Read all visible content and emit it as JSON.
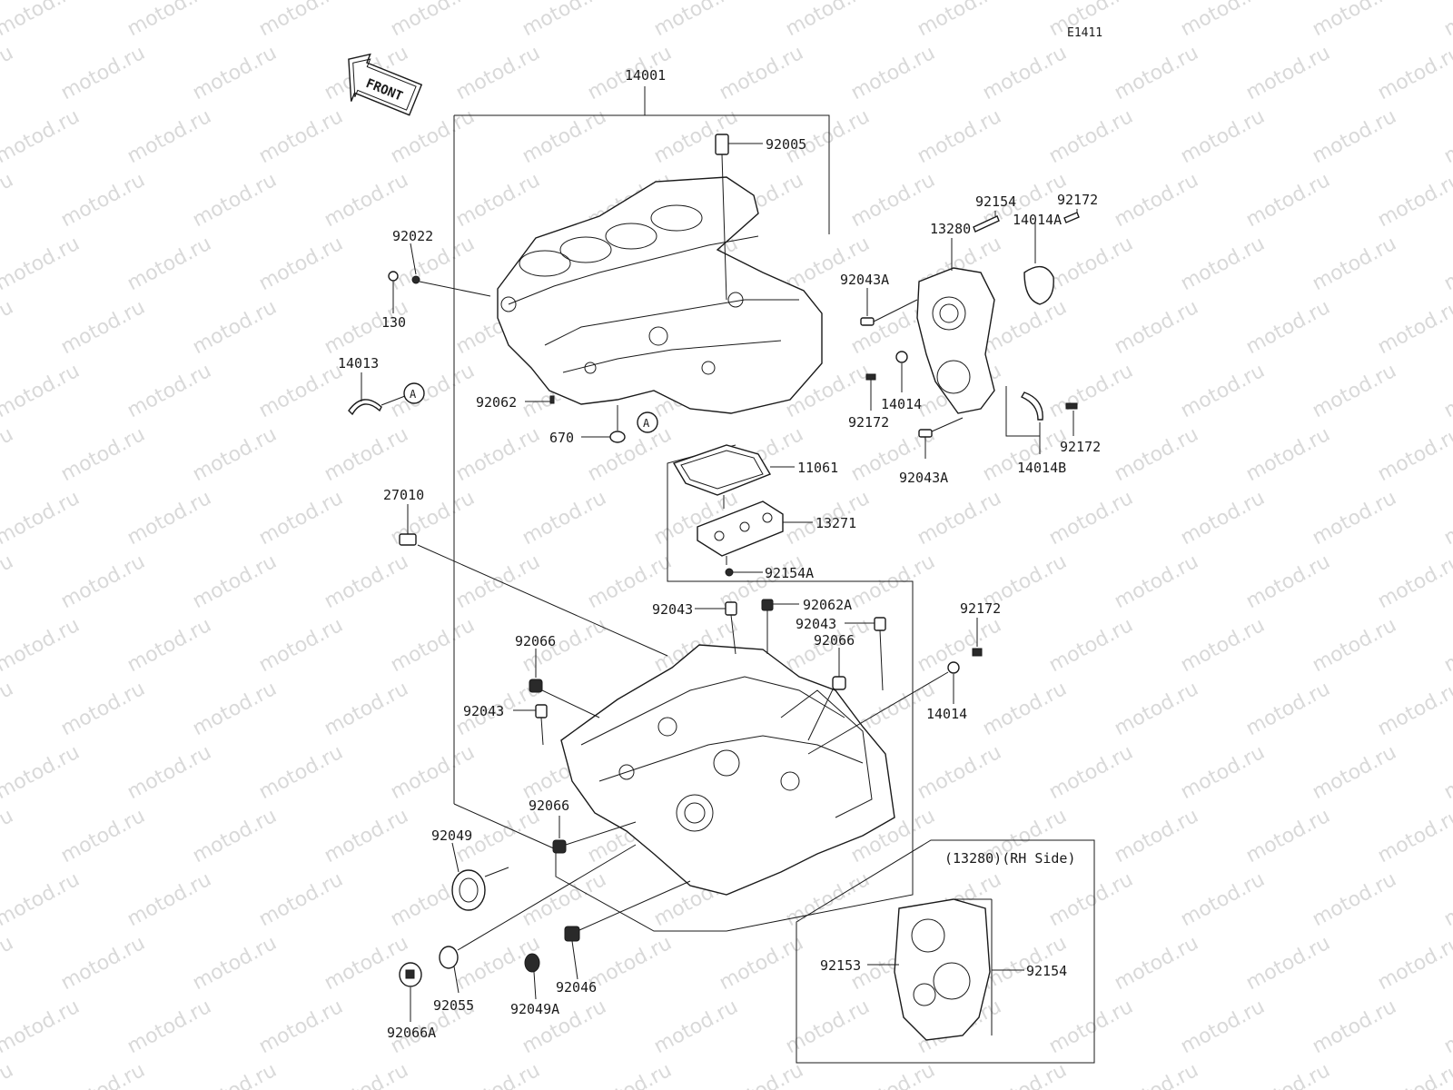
{
  "diagram_code": "E1411",
  "watermark": "motod.ru",
  "front_arrow_label": "FRONT",
  "inset_title": "(13280)(RH Side)",
  "ref_marker": "A",
  "callouts": {
    "p14001": "14001",
    "p92005": "92005",
    "p92022": "92022",
    "p130": "130",
    "p14013": "14013",
    "p92062": "92062",
    "p670": "670",
    "p11061": "11061",
    "p13271": "13271",
    "p92154A": "92154A",
    "p27010": "27010",
    "p92154_top": "92154",
    "p92172_top": "92172",
    "p13280": "13280",
    "p14014A": "14014A",
    "p92043A_top": "92043A",
    "p14014_top": "14014",
    "p92172_mid": "92172",
    "p92172_right": "92172",
    "p92043A_bottom": "92043A",
    "p14014B": "14014B",
    "p92043_a": "92043",
    "p92062A": "92062A",
    "p92043_b": "92043",
    "p92066_b": "92066",
    "p92172_lower": "92172",
    "p92066_a": "92066",
    "p92043_c": "92043",
    "p14014_lower": "14014",
    "p92066_c": "92066",
    "p92049": "92049",
    "p92055": "92055",
    "p92049A": "92049A",
    "p92046": "92046",
    "p92066A": "92066A",
    "p92153": "92153",
    "p92154_inset": "92154"
  }
}
